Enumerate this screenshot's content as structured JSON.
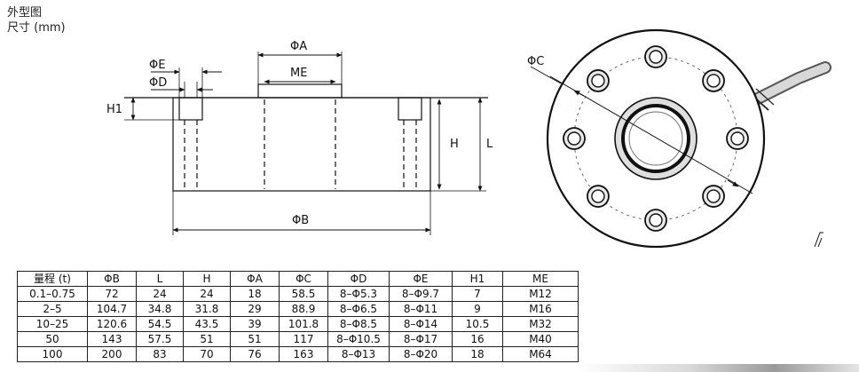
{
  "title": {
    "line1": "外型图",
    "line2": "尺寸 (mm)"
  },
  "diagram": {
    "side_view_labels": {
      "phi_e": "ΦE",
      "phi_d": "ΦD",
      "phi_a": "ΦA",
      "me": "ME",
      "h1": "H1",
      "h": "H",
      "l": "L",
      "phi_b": "ΦB"
    },
    "top_view_labels": {
      "phi_c": "ΦC"
    }
  },
  "table": {
    "headers": [
      "量程 (t)",
      "ΦB",
      "L",
      "H",
      "ΦA",
      "ΦC",
      "ΦD",
      "ΦE",
      "H1",
      "ME"
    ],
    "rows": [
      [
        "0.1–0.75",
        "72",
        "24",
        "24",
        "18",
        "58.5",
        "8–Φ5.3",
        "8–Φ9.7",
        "7",
        "M12"
      ],
      [
        "2–5",
        "104.7",
        "34.8",
        "31.8",
        "29",
        "88.9",
        "8–Φ6.5",
        "8–Φ11",
        "9",
        "M16"
      ],
      [
        "10–25",
        "120.6",
        "54.5",
        "43.5",
        "39",
        "101.8",
        "8–Φ8.5",
        "8–Φ14",
        "10.5",
        "M32"
      ],
      [
        "50",
        "143",
        "57.5",
        "51",
        "51",
        "117",
        "8–Φ10.5",
        "8–Φ17",
        "16",
        "M40"
      ],
      [
        "100",
        "200",
        "83",
        "70",
        "76",
        "163",
        "8–Φ13",
        "8–Φ20",
        "18",
        "M64"
      ]
    ]
  }
}
